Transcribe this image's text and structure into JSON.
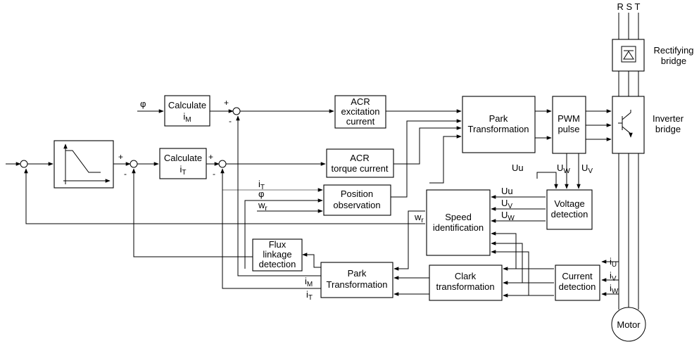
{
  "blocks": {
    "calc_im": {
      "line1": "Calculate",
      "sym": "i",
      "sub": "M"
    },
    "calc_it": {
      "line1": "Calculate",
      "sym": "i",
      "sub": "T"
    },
    "acr_excitation": [
      "ACR",
      "excitation",
      "current"
    ],
    "acr_torque": [
      "ACR",
      "torque current"
    ],
    "park_top": [
      "Park",
      "Transformation"
    ],
    "pwm": [
      "PWM",
      "pulse"
    ],
    "rectifier": [
      "Rectifying",
      "bridge"
    ],
    "inverter": [
      "Inverter",
      "bridge"
    ],
    "position": [
      "Position",
      "observation"
    ],
    "speed": [
      "Speed",
      "identification"
    ],
    "voltage": [
      "Voltage",
      "detection"
    ],
    "flux": [
      "Flux",
      "linkage",
      "detection"
    ],
    "park_bottom": [
      "Park",
      "Transformation"
    ],
    "clark": [
      "Clark",
      "transformation"
    ],
    "current": [
      "Current",
      "detection"
    ],
    "motor": "Motor"
  },
  "labels": {
    "rst": "R S T",
    "phi_input": "φ",
    "uu_free": "Uu",
    "pwm_uw": {
      "sym": "U",
      "sub": "W"
    },
    "pwm_uv": {
      "sym": "U",
      "sub": "V"
    },
    "it_pos": {
      "sym": "i",
      "sub": "T"
    },
    "phi_pos": "φ",
    "wr_pos": {
      "sym": "w",
      "sub": "r"
    },
    "wr_speed": {
      "sym": "w",
      "sub": "r"
    },
    "uu_speed": "Uu",
    "uv_speed": {
      "sym": "U",
      "sub": "V"
    },
    "uw_speed": {
      "sym": "U",
      "sub": "W"
    },
    "iu": {
      "sym": "i",
      "sub": "U"
    },
    "iv": {
      "sym": "i",
      "sub": "V"
    },
    "iw": {
      "sym": "i",
      "sub": "W"
    },
    "im_park": {
      "sym": "i",
      "sub": "M"
    },
    "it_park": {
      "sym": "i",
      "sub": "T"
    }
  },
  "signs": {
    "plus": "+",
    "minus": "-"
  }
}
